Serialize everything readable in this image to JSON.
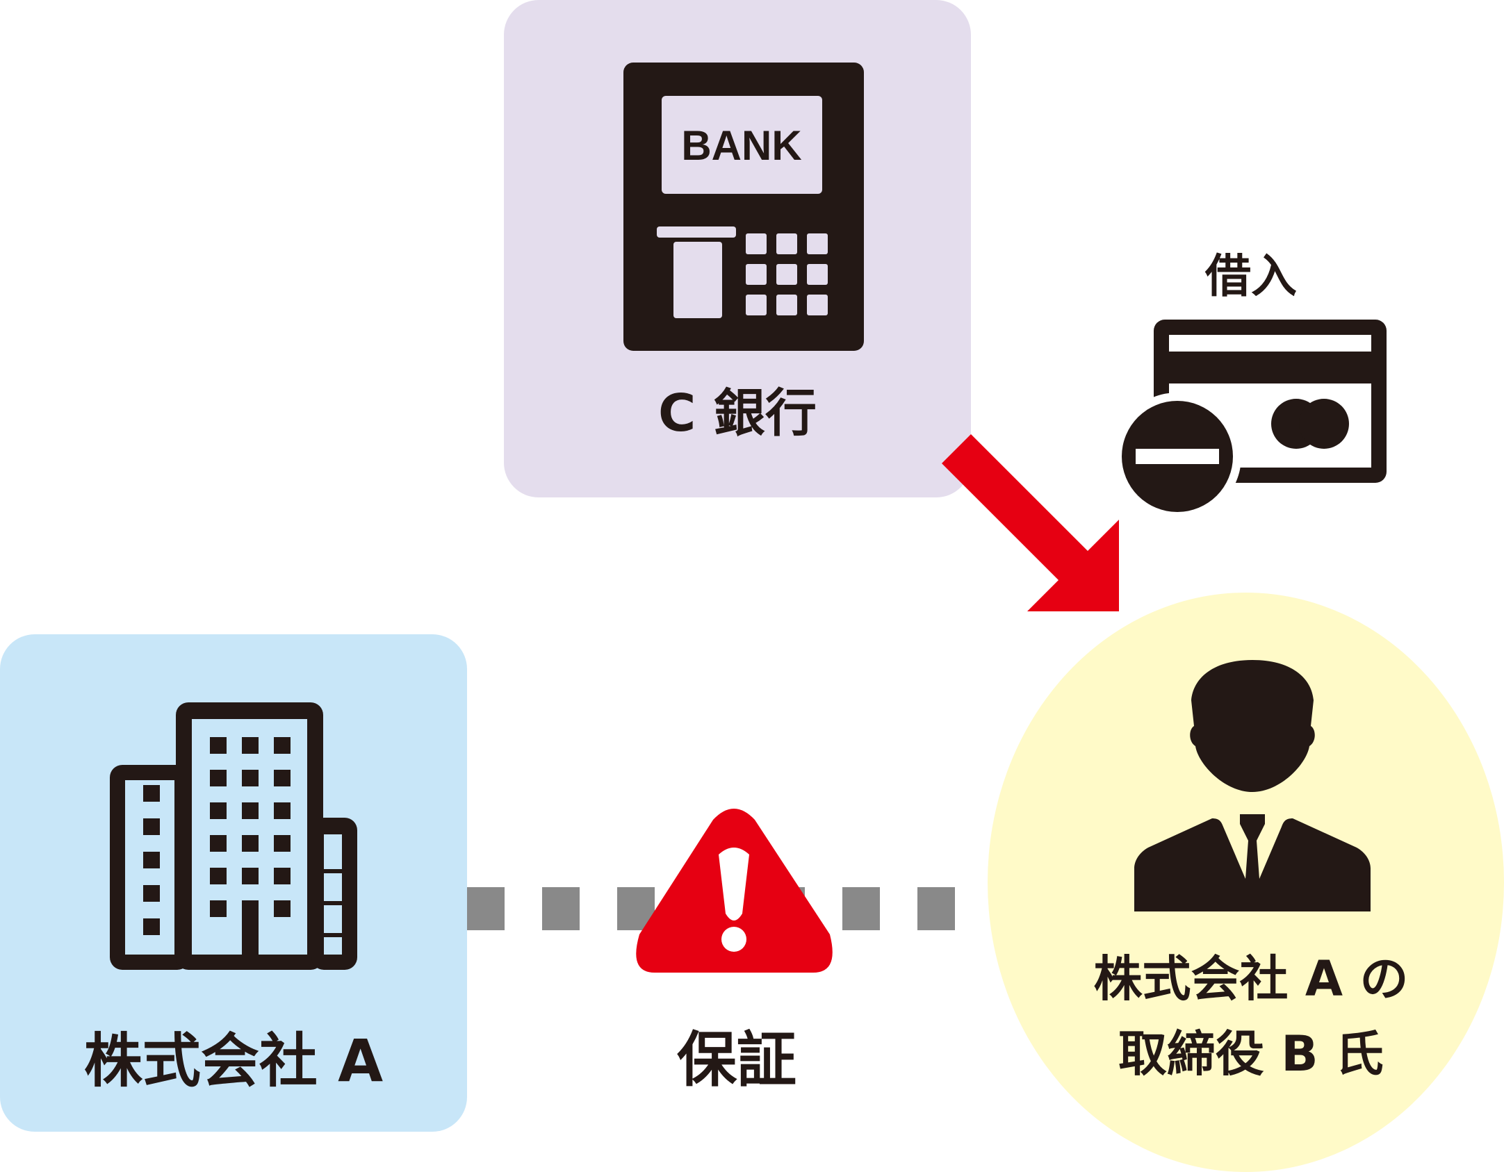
{
  "nodes": {
    "bank": {
      "label": "C 銀行",
      "screen_text": "BANK"
    },
    "company": {
      "label": "株式会社 A"
    },
    "person": {
      "label_line1": "株式会社 A の",
      "label_line2": "取締役 B 氏"
    }
  },
  "edges": {
    "loan": {
      "label": "借入"
    },
    "guarantee": {
      "label": "保証"
    }
  },
  "colors": {
    "bank_box": "#e4dded",
    "company_box": "#c8e6f8",
    "person_circle": "#fffac8",
    "arrow": "#e60012",
    "warning": "#e60012",
    "dash": "#898989",
    "icon": "#231815"
  },
  "icons": {
    "bank": "atm-icon",
    "company": "building-icon",
    "person": "businessman-icon",
    "loan": "credit-card-minus-icon",
    "guarantee": "warning-icon"
  }
}
